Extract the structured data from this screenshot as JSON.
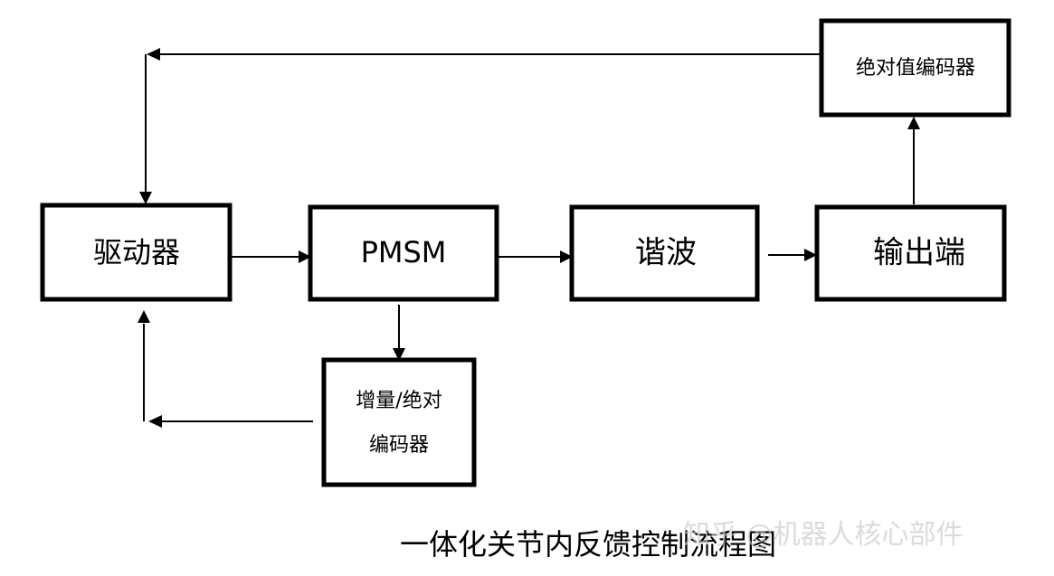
{
  "nodes": {
    "driver": "驱动器",
    "pmsm": "PMSM",
    "harmonic": "谐波",
    "output": "输出端",
    "abs_encoder": "绝对值编码器",
    "inc_encoder_line1": "增量/绝对",
    "inc_encoder_line2": "编码器"
  },
  "caption": "一体化关节内反馈控制流程图",
  "watermark": "知乎 @机器人核心部件"
}
